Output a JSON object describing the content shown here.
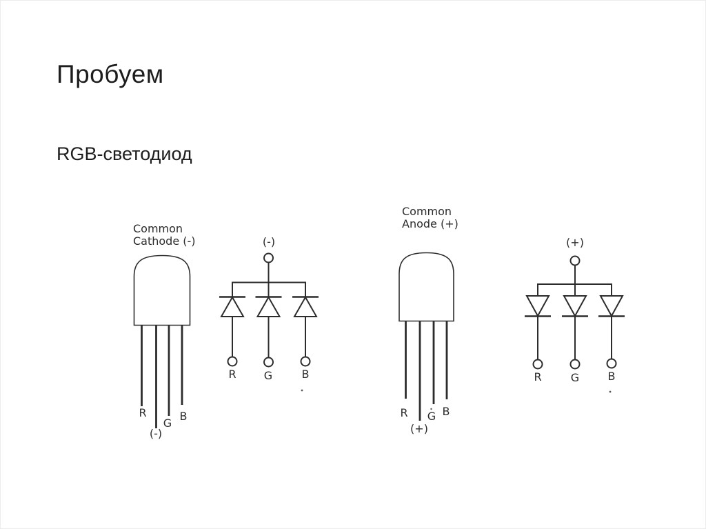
{
  "colors": {
    "ink": "#2c2c2c",
    "title-ink": "#1d1d1d",
    "background": "#ffffff",
    "edge": "#ececec"
  },
  "slide": {
    "title": "Пробуем",
    "subtitle": "RGB-светодиод"
  },
  "diagram": {
    "common_cathode": {
      "caption": "Common\nCathode (-)",
      "package": {
        "pin_r": "R",
        "pin_g": "G",
        "pin_b": "B",
        "pin_common": "(-)"
      },
      "schematic": {
        "terminal": "(-)",
        "lead_r": "R",
        "lead_g": "G",
        "lead_b": "B"
      }
    },
    "common_anode": {
      "caption": "Common\nAnode (+)",
      "package": {
        "pin_r": "R",
        "pin_g": "G",
        "pin_b": "B",
        "pin_common": "(+)"
      },
      "schematic": {
        "terminal": "(+)",
        "lead_r": "R",
        "lead_g": "G",
        "lead_b": "B"
      }
    }
  }
}
